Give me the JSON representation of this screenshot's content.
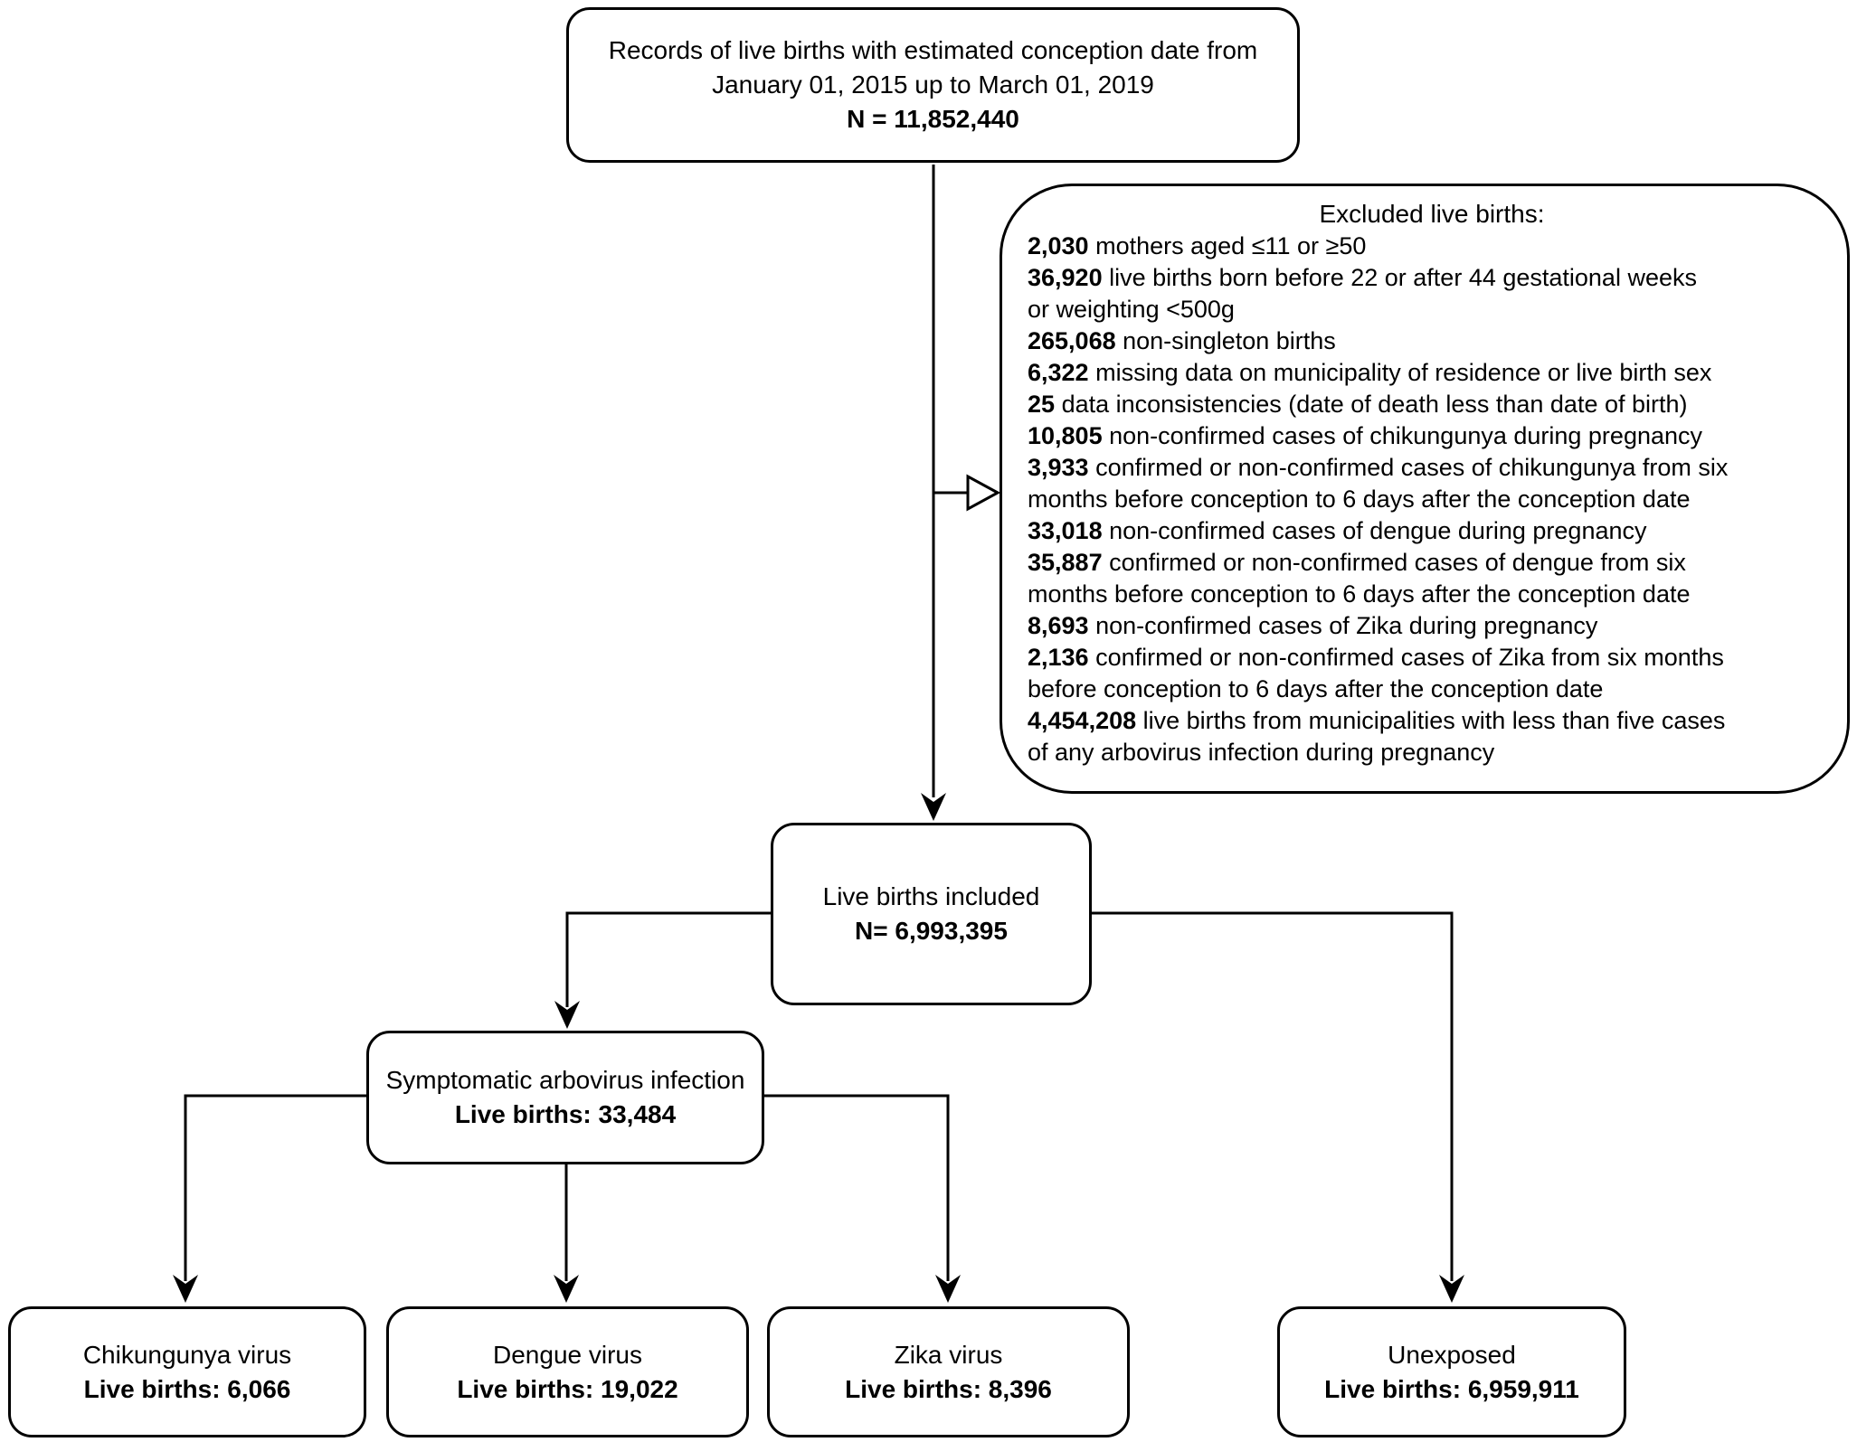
{
  "diagram": {
    "colors": {
      "line": "#000000",
      "background": "#ffffff",
      "box_fill": "#ffffff"
    },
    "top_box": {
      "line1": "Records of live births with estimated conception date from",
      "line2": "January 01, 2015 up to March 01, 2019",
      "n_label": "N = 11,852,440"
    },
    "exclusion_box": {
      "title": "Excluded live births:",
      "items": [
        {
          "count": "2,030",
          "text": "mothers aged ≤11 or ≥50"
        },
        {
          "count": "36,920",
          "text": "live births born before 22 or after 44 gestational weeks\nor weighting <500g"
        },
        {
          "count": "265,068",
          "text": "non-singleton births"
        },
        {
          "count": "6,322",
          "text": "missing data on municipality of residence or live birth sex"
        },
        {
          "count": "25",
          "text": "data inconsistencies (date of death less than date of birth)"
        },
        {
          "count": "10,805",
          "text": "non-confirmed cases of chikungunya during pregnancy"
        },
        {
          "count": "3,933",
          "text": "confirmed or non-confirmed cases of chikungunya from six\nmonths before conception to 6 days after the conception date"
        },
        {
          "count": "33,018",
          "text": "non-confirmed cases of dengue during pregnancy"
        },
        {
          "count": "35,887",
          "text": "confirmed or non-confirmed cases of dengue from six\nmonths before conception to 6 days after the conception date"
        },
        {
          "count": "8,693",
          "text": "non-confirmed cases of Zika during pregnancy"
        },
        {
          "count": "2,136",
          "text": "confirmed or non-confirmed cases of Zika from six months\nbefore conception to 6 days after the conception date"
        },
        {
          "count": "4,454,208",
          "text": "live births from municipalities with less than five cases\nof any arbovirus infection during pregnancy"
        }
      ]
    },
    "included_box": {
      "label": "Live births included",
      "n_label": "N= 6,993,395"
    },
    "symptomatic_box": {
      "label": "Symptomatic arbovirus infection",
      "n_label": "Live births: 33,484"
    },
    "outcome_boxes": [
      {
        "label": "Chikungunya virus",
        "n_label": "Live births: 6,066"
      },
      {
        "label": "Dengue virus",
        "n_label": "Live births: 19,022"
      },
      {
        "label": "Zika virus",
        "n_label": "Live births: 8,396"
      },
      {
        "label": "Unexposed",
        "n_label": "Live births: 6,959,911"
      }
    ]
  }
}
